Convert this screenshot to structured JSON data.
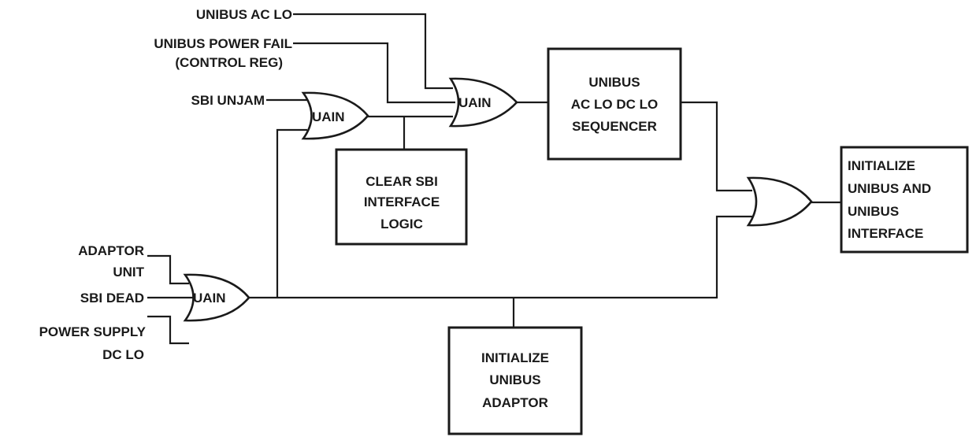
{
  "inputs": {
    "unibus_ac_lo": "UNIBUS AC LO",
    "unibus_power_fail_1": "UNIBUS POWER FAIL",
    "unibus_power_fail_2": "(CONTROL REG)",
    "sbi_unjam": "SBI  UNJAM",
    "adaptor_unit_1": "ADAPTOR",
    "adaptor_unit_2": "UNIT",
    "sbi_dead": "SBI DEAD",
    "power_supply_dc_lo_1": "POWER SUPPLY",
    "power_supply_dc_lo_2": "DC LO"
  },
  "gates": {
    "gate_unjam": "UAIN",
    "gate_ac_lo": "UAIN",
    "gate_adaptor": "UAIN"
  },
  "blocks": {
    "sequencer": [
      "UNIBUS",
      "AC LO DC LO",
      "SEQUENCER"
    ],
    "clear_sbi": [
      "CLEAR SBI",
      "INTERFACE",
      "LOGIC"
    ],
    "init_unibus_interface": [
      "INITIALIZE",
      "UNIBUS AND",
      "UNIBUS",
      "INTERFACE"
    ],
    "init_unibus_adaptor": [
      "INITIALIZE",
      "UNIBUS",
      "ADAPTOR"
    ]
  }
}
